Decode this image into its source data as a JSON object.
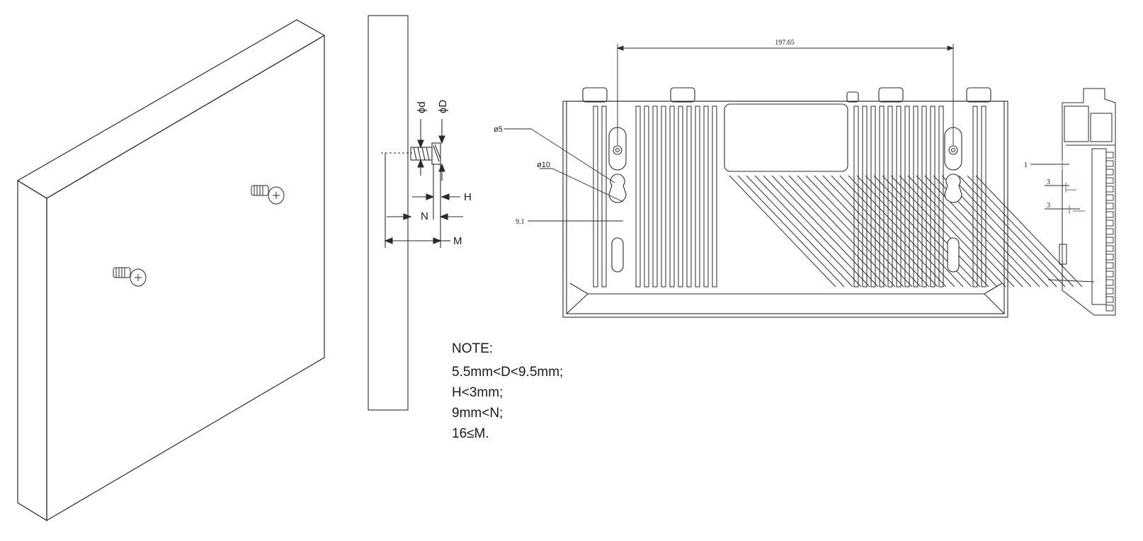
{
  "colors": {
    "line": "#2a2a2a",
    "accent": "#2e9e3e",
    "paper": "#ffffff"
  },
  "screw_detail": {
    "labels": {
      "d": "ϕd",
      "D": "ϕD",
      "H": "H",
      "N": "N",
      "M": "M"
    }
  },
  "router_back": {
    "dims": {
      "spacing": "197.65",
      "small_hole": "ø5",
      "large_hole": "ø10",
      "offset": "9.1"
    }
  },
  "side_view": {
    "dims": {
      "d1": "1",
      "d2": "3",
      "d3": "3"
    }
  },
  "note": {
    "title": "NOTE:",
    "lines": [
      "5.5mm<D<9.5mm;",
      "H<3mm;",
      "9mm<N;",
      "16≤M."
    ]
  }
}
